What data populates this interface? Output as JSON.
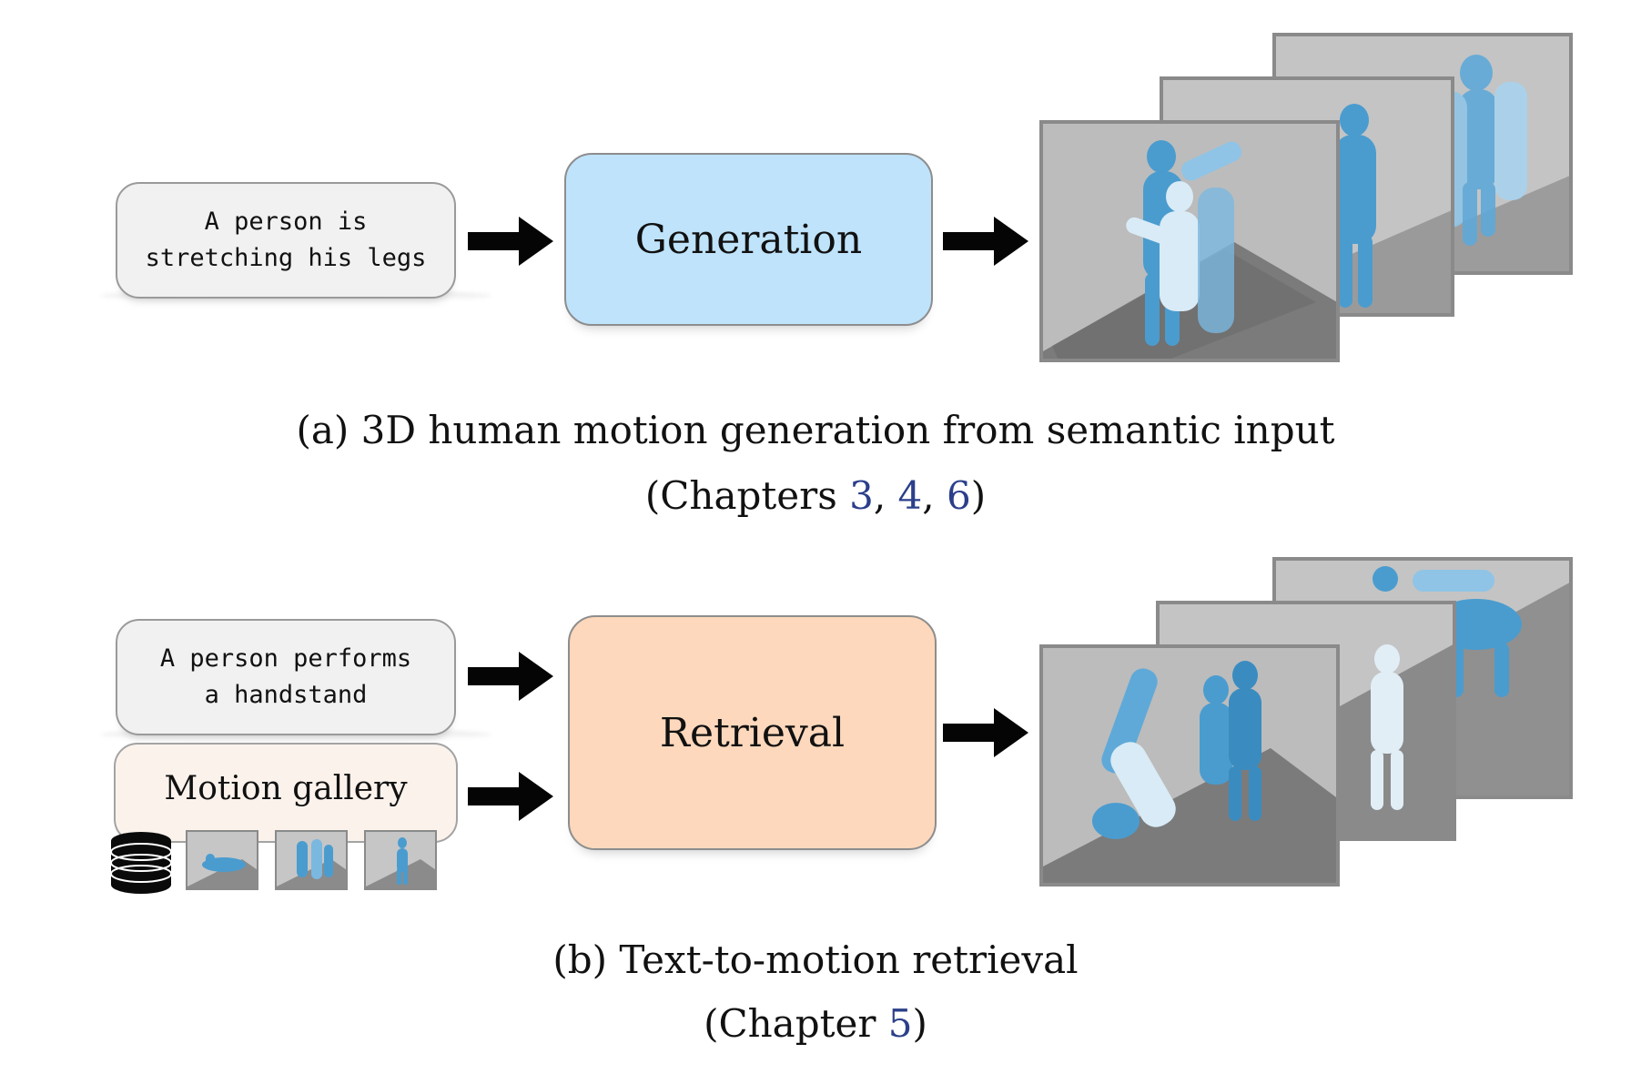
{
  "panel_a": {
    "input_text": [
      "A person is",
      "stretching his legs"
    ],
    "block_label": "Generation",
    "caption_line1": "(a) 3D human motion generation from semantic input",
    "caption_line2_prefix": "(Chapters ",
    "chapter_refs": [
      "3",
      "4",
      "6"
    ],
    "separator": ", ",
    "caption_line2_suffix": ")"
  },
  "panel_b": {
    "input_text": [
      "A person performs",
      "a handstand"
    ],
    "gallery_label": "Motion gallery",
    "block_label": "Retrieval",
    "caption_line1": "(b) Text-to-motion retrieval",
    "caption_line2_prefix": "(Chapter ",
    "chapter_ref": "5",
    "caption_line2_suffix": ")"
  },
  "colors": {
    "generation_fill": "#bfe3fb",
    "retrieval_fill": "#fdd8bc",
    "chapter_ref": "#2b3f8a",
    "figure_blue": "#4a9ccf"
  }
}
